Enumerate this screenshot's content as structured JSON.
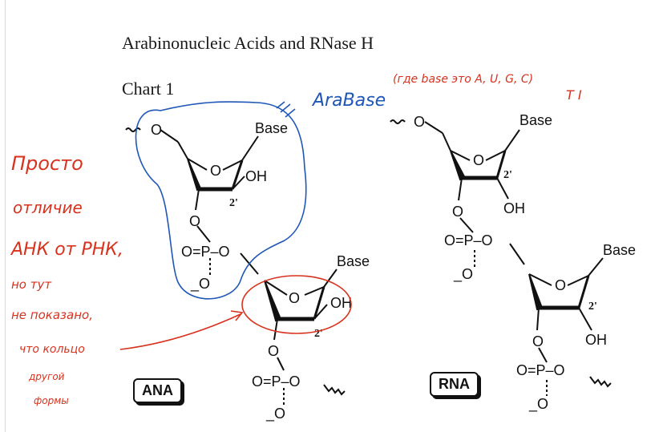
{
  "page": {
    "title": "Arabinonucleic Acids and RNase H",
    "chart_label": "Chart 1"
  },
  "ana": {
    "tag": "ANA",
    "o5": "O",
    "ring_o": "O",
    "base": "Base",
    "oh": "OH",
    "prime": "2'",
    "o3": "O",
    "p": "O=P–O",
    "o_minus": "_O",
    "ring_o2": "O",
    "base2": "Base",
    "oh2": "OH",
    "prime2": "2'",
    "o3b": "O",
    "p2": "O=P–O",
    "o_minus2": "_O"
  },
  "rna": {
    "tag": "RNA",
    "o5": "O",
    "ring_o": "O",
    "base": "Base",
    "oh": "OH",
    "prime": "2'",
    "o3": "O",
    "p": "O=P–O",
    "o_minus": "_O",
    "ring_o2": "O",
    "base2": "Base",
    "oh2": "OH",
    "prime2": "2'",
    "o3b": "O",
    "p2": "O=P–O",
    "o_minus2": "_O"
  },
  "annotations": {
    "blue_note": "AraBase",
    "red_note_top": "(где base это A, U, G, C)",
    "red_note_sub": "T I",
    "left_note_lines": [
      "Просто",
      "отличие",
      "АНК от РНК,",
      "но тут",
      "не показано,",
      "что кольцо",
      "другой",
      "формы"
    ]
  },
  "colors": {
    "red": "#d8321e",
    "blue": "#1f57b8",
    "ink": "#111111"
  }
}
